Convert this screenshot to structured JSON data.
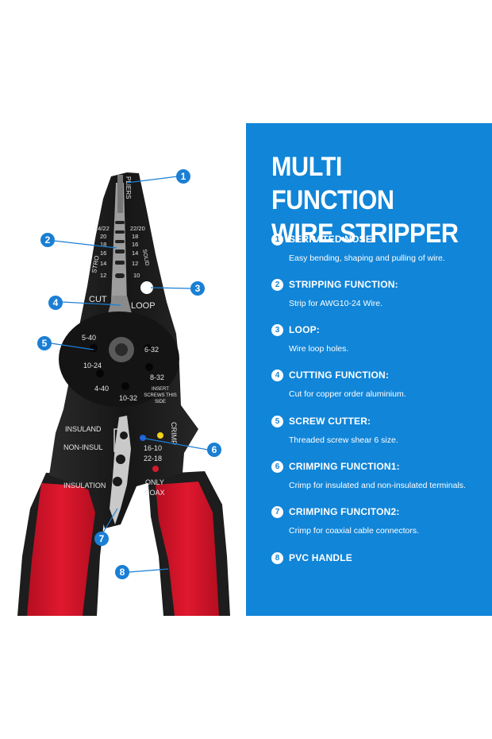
{
  "title_lines": [
    "MULTI FUNCTION",
    "WIRE STRIPPER"
  ],
  "features": [
    {
      "num": "1",
      "title": "SERRATED NOSE:",
      "desc": "Easy bending, shaping and pulling of wire."
    },
    {
      "num": "2",
      "title": "STRIPPING FUNCTION:",
      "desc": "Strip for AWG10-24 Wire."
    },
    {
      "num": "3",
      "title": "LOOP:",
      "desc": "Wire loop holes."
    },
    {
      "num": "4",
      "title": "CUTTING FUNCTION:",
      "desc": "Cut for copper order aluminium."
    },
    {
      "num": "5",
      "title": "SCREW CUTTER:",
      "desc": "Threaded screw shear 6 size."
    },
    {
      "num": "6",
      "title": "CRIMPING FUNCTION1:",
      "desc": "Crimp for insulated and non-insulated terminals."
    },
    {
      "num": "7",
      "title": "CRIMPING FUNCITON2:",
      "desc": "Crimp for coaxial cable connectors."
    },
    {
      "num": "8",
      "title": "PVC HANDLE",
      "desc": ""
    }
  ],
  "tool_labels": {
    "pliers": "PLIERS",
    "awg_left": [
      "24/22",
      "20",
      "18",
      "16",
      "14",
      "12"
    ],
    "awg_right": [
      "22/20",
      "18",
      "16",
      "14",
      "12",
      "10"
    ],
    "stro": "STRO",
    "solid": "SOLID",
    "cut": "CUT",
    "loop": "LOOP",
    "screw_5_40": "5-40",
    "screw_10_24": "10-24",
    "screw_4_40": "4-40",
    "screw_10_32": "10-32",
    "screw_6_32": "6-32",
    "screw_8_32": "8-32",
    "insert_lines": [
      "INSERT",
      "SCREWS THIS",
      "SIDE"
    ],
    "insuland": "INSULAND",
    "non_insul": "NON-INSUL",
    "insulation": "INSULATION",
    "crimp": "CRIMP",
    "size_16_10": "16-10",
    "size_22_18": "22-18",
    "only": "ONLY",
    "coax": "COAX"
  },
  "callouts": [
    "1",
    "2",
    "3",
    "4",
    "5",
    "6",
    "7",
    "8"
  ],
  "colors": {
    "panel": "#1185d8",
    "callout": "#1a7fd4",
    "handle": "#d8132a",
    "metal": "#1b1b1b"
  }
}
